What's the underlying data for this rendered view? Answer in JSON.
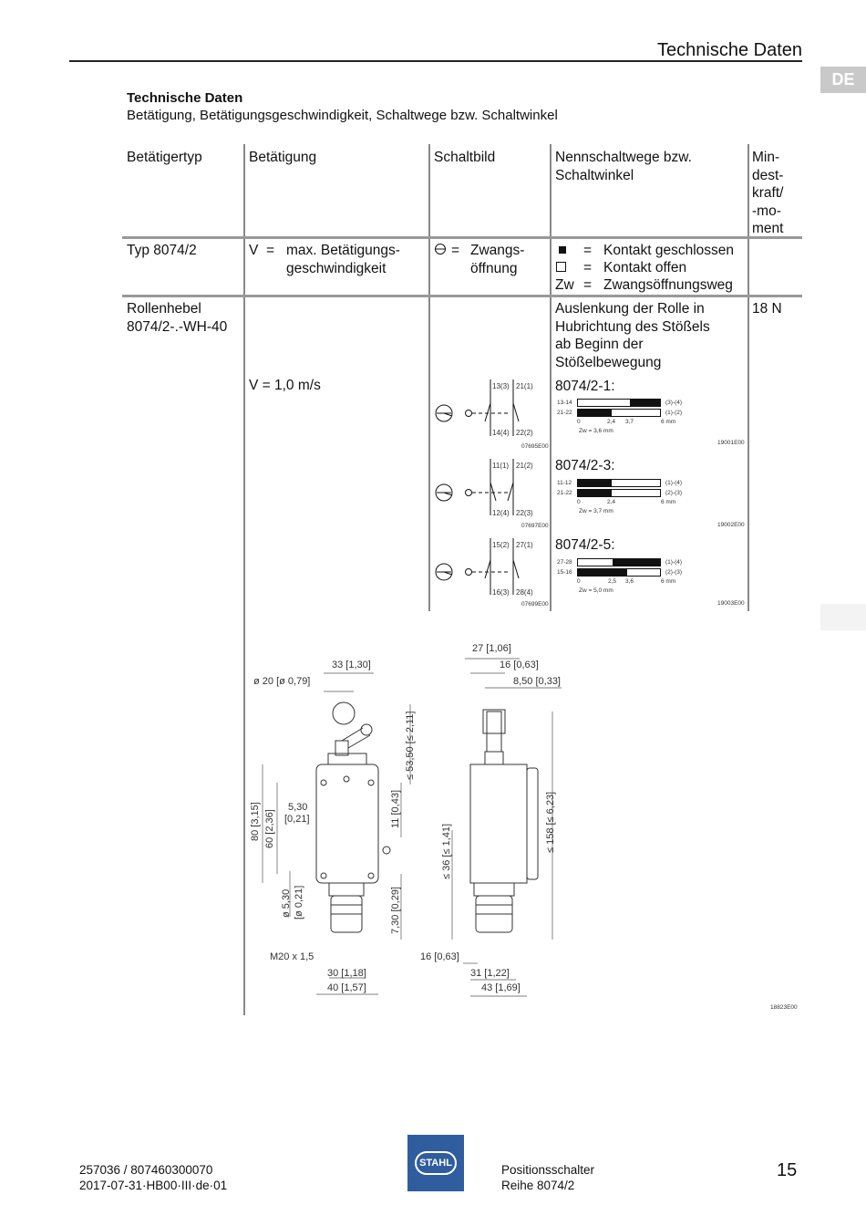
{
  "header": {
    "title": "Technische Daten",
    "lang": "DE"
  },
  "section": {
    "title": "Technische Daten",
    "subtitle": "Betätigung, Betätigungsgeschwindigkeit, Schaltwege bzw. Schaltwinkel"
  },
  "table": {
    "headers": {
      "col1": "Betätigertyp",
      "col2": "Betätigung",
      "col3": "Schaltbild",
      "col4a": "Nennschaltwege bzw.",
      "col4b": "Schaltwinkel",
      "col5": [
        "Min-",
        "dest-",
        "kraft/",
        "-mo-",
        "ment"
      ]
    },
    "legend": {
      "type": "Typ 8074/2",
      "v_symbol": "V",
      "eq": "=",
      "v_desc1": "max. Betätigungs-",
      "v_desc2": "geschwindigkeit",
      "zw_desc1": "Zwangs-",
      "zw_desc2": "öffnung",
      "closed_label": "Kontakt geschlossen",
      "open_label": "Kontakt offen",
      "zw_symbol": "Zw",
      "zw_label": "Zwangsöffnungsweg"
    },
    "row": {
      "type1": "Rollenhebel",
      "type2": "8074/2-.-WH-40",
      "velocity": "V = 1,0 m/s",
      "desc": [
        "Auslenkung der Rolle in",
        "Hubrichtung des Stößels",
        "ab Beginn der",
        "Stößelbewegung"
      ],
      "force": "18 N"
    },
    "variants": [
      {
        "name": "8074/2-1:",
        "terminals_top": [
          "13(3)",
          "21(1)"
        ],
        "terminals_bottom": [
          "14(4)",
          "22(2)"
        ],
        "code_left": "07695E00",
        "code_right": "19001E00",
        "contacts": [
          "13-14",
          "21-22"
        ],
        "pairs": [
          "(3)-(4)",
          "(1)-(2)"
        ],
        "ticks": [
          "0",
          "2,4",
          "3,7",
          "6 mm"
        ],
        "zw": "Zw = 3,6 mm"
      },
      {
        "name": "8074/2-3:",
        "terminals_top": [
          "11(1)",
          "21(2)"
        ],
        "terminals_bottom": [
          "12(4)",
          "22(3)"
        ],
        "code_left": "07697E00",
        "code_right": "19002E00",
        "contacts": [
          "11-12",
          "21-22"
        ],
        "pairs": [
          "(1)-(4)",
          "(2)-(3)"
        ],
        "ticks": [
          "0",
          "2,4",
          "6 mm"
        ],
        "zw": "Zw = 3,7 mm"
      },
      {
        "name": "8074/2-5:",
        "terminals_top": [
          "15(2)",
          "27(1)"
        ],
        "terminals_bottom": [
          "16(3)",
          "28(4)"
        ],
        "code_left": "07699E00",
        "code_right": "19003E00",
        "contacts": [
          "27-28",
          "15-16"
        ],
        "pairs": [
          "(1)-(4)",
          "(2)-(3)"
        ],
        "ticks": [
          "0",
          "2,5",
          "3,6",
          "6 mm"
        ],
        "zw": "Zw = 5,0 mm"
      }
    ]
  },
  "drawing": {
    "dims": {
      "d1": "33 [1,30]",
      "d2": "ø 20 [ø 0,79]",
      "d3": "≤ 53,50 [≤ 2,11]",
      "d4": "80 [3,15]",
      "d5": "60 [2,36]",
      "d6": "5,30",
      "d7": "[0,21]",
      "d8": "11 [0,43]",
      "d9": "ø 5,30",
      "d10": "[ø 0,21]",
      "d11": "7,30 [0,29]",
      "d12": "M20 x 1,5",
      "d13": "30 [1,18]",
      "d14": "40 [1,57]",
      "d15": "27 [1,06]",
      "d16": "16 [0,63]",
      "d17": "8,50 [0,33]",
      "d18": "≤ 158 [≤ 6,23]",
      "d19": "≤ 36 [≤ 1,41]",
      "d20": "16 [0,63]",
      "d21": "31 [1,22]",
      "d22": "43 [1,69]"
    },
    "code": "18823E00"
  },
  "footer": {
    "doc_no": "257036 / 807460300070",
    "doc_date": "2017-07-31·HB00·III·de·01",
    "logo": "STAHL",
    "product1": "Positionsschalter",
    "product2": "Reihe 8074/2",
    "page": "15"
  }
}
